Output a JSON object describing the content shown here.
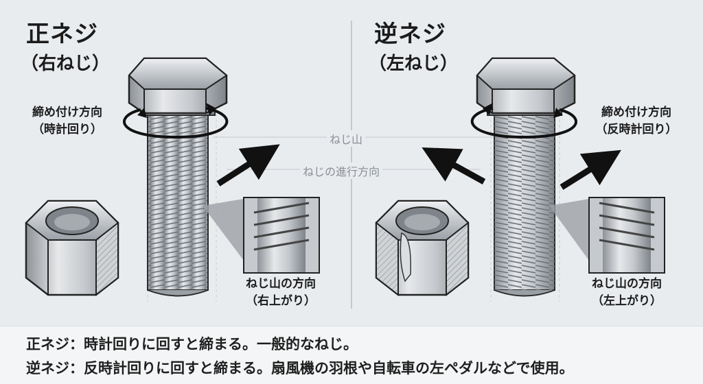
{
  "left": {
    "title": "正ネジ",
    "subtitle": "（右ねじ）",
    "tighten_label_1": "締め付け方向",
    "tighten_label_2": "（時計回り）",
    "thread_dir_1": "ねじ山の方向",
    "thread_dir_2": "（右上がり）"
  },
  "right": {
    "title": "逆ネジ",
    "subtitle": "（左ねじ）",
    "tighten_label_1": "締め付け方向",
    "tighten_label_2": "（反時計回り）",
    "thread_dir_1": "ねじ山の方向",
    "thread_dir_2": "（左上がり）"
  },
  "center": {
    "thread_label": "ねじ山",
    "advance_label": "ねじの進行方向"
  },
  "footer": {
    "line1": "正ネジ：時計回りに回すと締まる。一般的なねじ。",
    "line2": "逆ネジ：反時計回りに回すと締まる。扇風機の羽根や自転車の左ペダルなどで使用。"
  },
  "colors": {
    "background": "#e9ecef",
    "metal": "#b9bec3",
    "outline": "#1f1f1f"
  }
}
